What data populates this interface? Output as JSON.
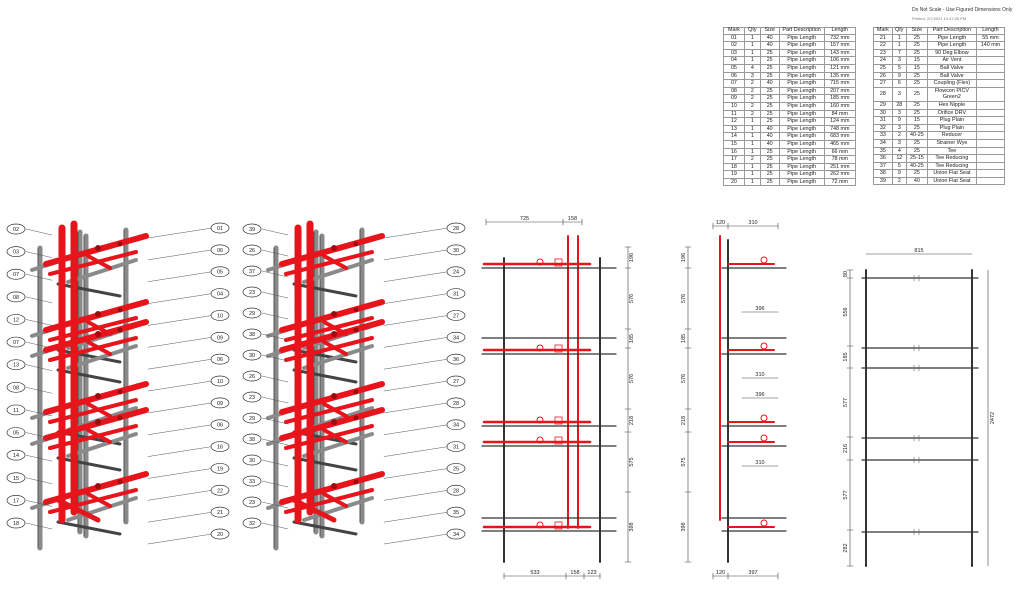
{
  "header": {
    "note": "Do Not Scale - Use Figured Dimensions Only",
    "printed": "Printed: 2/7/2021 12:47:06 PM"
  },
  "colors": {
    "pipe": "#e8141b",
    "pipe_dark": "#9c0b10",
    "frame": "#8a8a8a",
    "frame_dark": "#444444",
    "line": "#333333"
  },
  "bom_columns": [
    "Mark",
    "Qty",
    "Size",
    "Part Description",
    "Length"
  ],
  "bom_left": [
    [
      "01",
      "1",
      "40",
      "Pipe Length",
      "732 mm"
    ],
    [
      "02",
      "1",
      "40",
      "Pipe Length",
      "157 mm"
    ],
    [
      "03",
      "1",
      "25",
      "Pipe Length",
      "143 mm"
    ],
    [
      "04",
      "1",
      "25",
      "Pipe Length",
      "106 mm"
    ],
    [
      "05",
      "4",
      "25",
      "Pipe Length",
      "121 mm"
    ],
    [
      "06",
      "3",
      "25",
      "Pipe Length",
      "135 mm"
    ],
    [
      "07",
      "2",
      "40",
      "Pipe Length",
      "715 mm"
    ],
    [
      "08",
      "2",
      "25",
      "Pipe Length",
      "207 mm"
    ],
    [
      "09",
      "2",
      "25",
      "Pipe Length",
      "185 mm"
    ],
    [
      "10",
      "2",
      "25",
      "Pipe Length",
      "160 mm"
    ],
    [
      "11",
      "2",
      "25",
      "Pipe Length",
      "84 mm"
    ],
    [
      "12",
      "1",
      "25",
      "Pipe Length",
      "124 mm"
    ],
    [
      "13",
      "1",
      "40",
      "Pipe Length",
      "748 mm"
    ],
    [
      "14",
      "1",
      "40",
      "Pipe Length",
      "683 mm"
    ],
    [
      "15",
      "1",
      "40",
      "Pipe Length",
      "465 mm"
    ],
    [
      "16",
      "1",
      "25",
      "Pipe Length",
      "66 mm"
    ],
    [
      "17",
      "2",
      "25",
      "Pipe Length",
      "78 mm"
    ],
    [
      "18",
      "1",
      "25",
      "Pipe Length",
      "251 mm"
    ],
    [
      "19",
      "1",
      "25",
      "Pipe Length",
      "262 mm"
    ],
    [
      "20",
      "1",
      "25",
      "Pipe Length",
      "72 mm"
    ]
  ],
  "bom_right": [
    [
      "21",
      "1",
      "25",
      "Pipe Length",
      "55 mm"
    ],
    [
      "22",
      "1",
      "25",
      "Pipe Length",
      "140 mm"
    ],
    [
      "23",
      "7",
      "25",
      "90 Deg Elbow",
      ""
    ],
    [
      "24",
      "3",
      "15",
      "Air Vent",
      ""
    ],
    [
      "25",
      "5",
      "15",
      "Ball Valve",
      ""
    ],
    [
      "26",
      "9",
      "25",
      "Ball Valve",
      ""
    ],
    [
      "27",
      "6",
      "25",
      "Coupling (Flex)",
      ""
    ],
    [
      "28",
      "3",
      "25",
      "Flowcon PICV Green2",
      ""
    ],
    [
      "29",
      "28",
      "25",
      "Hex Nipple",
      ""
    ],
    [
      "30",
      "3",
      "25",
      "Orifice DRV",
      ""
    ],
    [
      "31",
      "9",
      "15",
      "Plug Plain",
      ""
    ],
    [
      "32",
      "3",
      "25",
      "Plug Plain",
      ""
    ],
    [
      "33",
      "2",
      "40-25",
      "Reducer",
      ""
    ],
    [
      "34",
      "3",
      "25",
      "Strainer Wye",
      ""
    ],
    [
      "35",
      "4",
      "25",
      "Tee",
      ""
    ],
    [
      "36",
      "12",
      "25-15",
      "Tee Reducing",
      ""
    ],
    [
      "37",
      "5",
      "40-25",
      "Tee Reducing",
      ""
    ],
    [
      "38",
      "9",
      "25",
      "Union Flat Seat",
      ""
    ],
    [
      "39",
      "2",
      "40",
      "Union Flat Seat",
      ""
    ]
  ],
  "iso1": {
    "left_tags": [
      "02",
      "03",
      "07",
      "08",
      "12",
      "07",
      "13",
      "08",
      "11",
      "05",
      "14",
      "15",
      "17",
      "18"
    ],
    "right_tags": [
      "01",
      "06",
      "05",
      "04",
      "10",
      "09",
      "06",
      "10",
      "09",
      "06",
      "16",
      "19",
      "22",
      "21",
      "20"
    ]
  },
  "iso2": {
    "left_tags": [
      "39",
      "26",
      "37",
      "23",
      "29",
      "38",
      "30",
      "26",
      "23",
      "29",
      "38",
      "30",
      "33",
      "23",
      "32"
    ],
    "right_tags": [
      "28",
      "30",
      "24",
      "31",
      "27",
      "34",
      "36",
      "27",
      "28",
      "34",
      "31",
      "25",
      "28",
      "35",
      "34"
    ]
  },
  "front_dims": {
    "top": [
      "725",
      "158"
    ],
    "bottom": [
      "533",
      "158",
      "123"
    ],
    "right": [
      "196",
      "576",
      "185",
      "576",
      "218",
      "575",
      "398"
    ]
  },
  "side_dims": {
    "top": [
      "120",
      "310"
    ],
    "mid": [
      "396",
      "310",
      "396",
      "310"
    ],
    "bottom": [
      "120",
      "397"
    ],
    "left": [
      "196",
      "576",
      "185",
      "576",
      "218",
      "575",
      "398"
    ]
  },
  "frame_dims": {
    "top": "815",
    "left": [
      "80",
      "556",
      "185",
      "577",
      "216",
      "577",
      "282"
    ],
    "right": "2472"
  }
}
